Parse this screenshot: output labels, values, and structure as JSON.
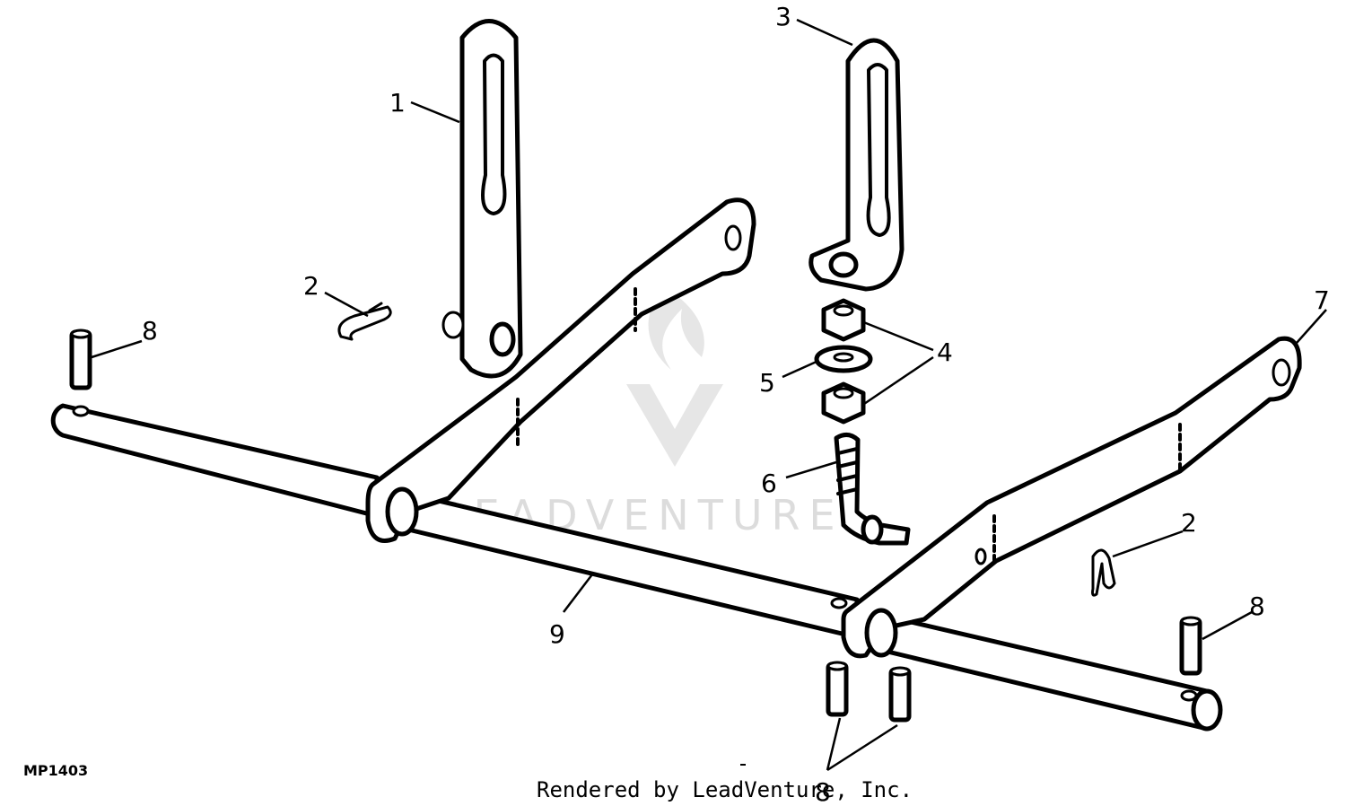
{
  "diagram": {
    "drawing_code": "MP1403",
    "credit": "Rendered by LeadVenture, Inc.",
    "watermark": {
      "text": "LEADVENTURE",
      "color": "#dcdcdc"
    },
    "callouts": [
      {
        "id": "c1",
        "label": "1"
      },
      {
        "id": "c2a",
        "label": "2"
      },
      {
        "id": "c2b",
        "label": "2"
      },
      {
        "id": "c3",
        "label": "3"
      },
      {
        "id": "c4",
        "label": "4"
      },
      {
        "id": "c5",
        "label": "5"
      },
      {
        "id": "c6",
        "label": "6"
      },
      {
        "id": "c7",
        "label": "7"
      },
      {
        "id": "c8a",
        "label": "8"
      },
      {
        "id": "c8b",
        "label": "8"
      },
      {
        "id": "c8c",
        "label": "8"
      },
      {
        "id": "c9",
        "label": "9"
      }
    ]
  }
}
